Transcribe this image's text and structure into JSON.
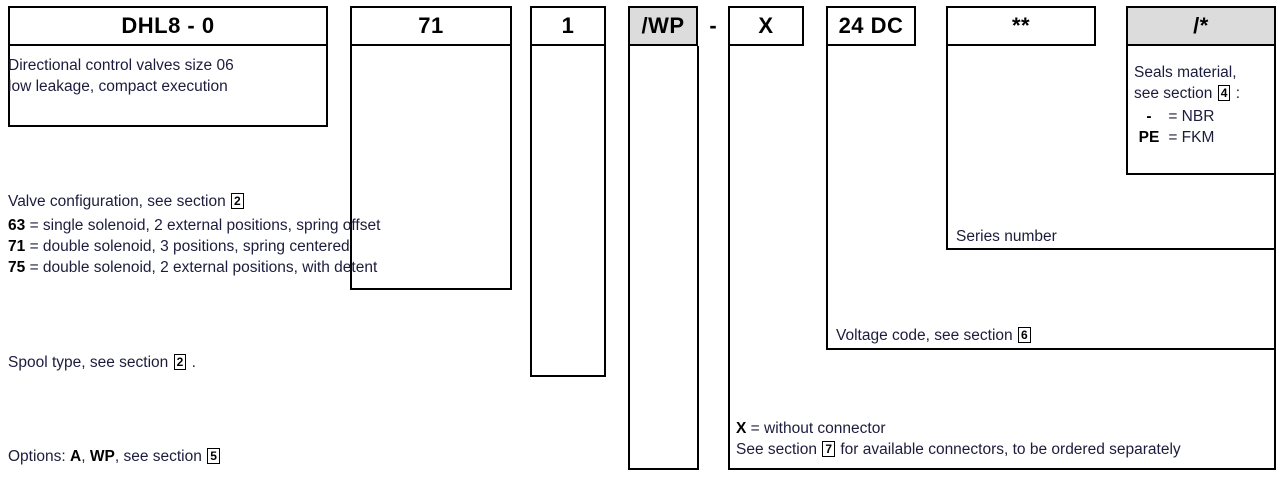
{
  "diagram": {
    "title": "DHL8-0 valve ordering code",
    "accent_shaded": "#dcdcdc",
    "line_color": "#000000",
    "text_color": "#1c1c3c"
  },
  "code_boxes": [
    {
      "id": "model",
      "label": "DHL8 - 0",
      "shaded": false
    },
    {
      "id": "config",
      "label": "71",
      "shaded": false
    },
    {
      "id": "spool",
      "label": "1",
      "shaded": false
    },
    {
      "id": "options",
      "label": "/WP",
      "shaded": true
    },
    {
      "id": "connector",
      "label": "X",
      "shaded": false
    },
    {
      "id": "voltage",
      "label": "24 DC",
      "shaded": false
    },
    {
      "id": "series",
      "label": "**",
      "shaded": false
    },
    {
      "id": "seals",
      "label": "/*",
      "shaded": true
    }
  ],
  "separator": {
    "dash": "-"
  },
  "captions": {
    "model": {
      "line1": "Directional control valves size 06",
      "line2": "low leakage, compact execution"
    },
    "configuration": {
      "heading_pre": "Valve configuration, see section",
      "heading_ref": "2",
      "items": [
        {
          "key": "63",
          "text": "= single solenoid, 2 external positions, spring offset"
        },
        {
          "key": "71",
          "text": "= double solenoid, 3 positions, spring centered"
        },
        {
          "key": "75",
          "text": "= double solenoid, 2 external positions, with detent"
        }
      ]
    },
    "spool": {
      "pre": "Spool type, see section",
      "ref": "2",
      "post": "."
    },
    "options": {
      "pre": "Options:",
      "key1": "A",
      "sep": ",",
      "key2": "WP",
      "mid": ", see section",
      "ref": "5"
    },
    "connector": {
      "key": "X",
      "line1_text": "= without connector",
      "line2_pre": "See section",
      "line2_ref": "7",
      "line2_post": "for available connectors, to be ordered separately"
    },
    "voltage": {
      "pre": "Voltage code, see section",
      "ref": "6"
    },
    "series": {
      "text": "Series number"
    },
    "seals": {
      "line1": "Seals material,",
      "line2_pre": "see section",
      "line2_ref": "4",
      "line2_post": ":",
      "items": [
        {
          "key": "-",
          "text": "= NBR"
        },
        {
          "key": "PE",
          "text": "= FKM"
        }
      ]
    }
  }
}
